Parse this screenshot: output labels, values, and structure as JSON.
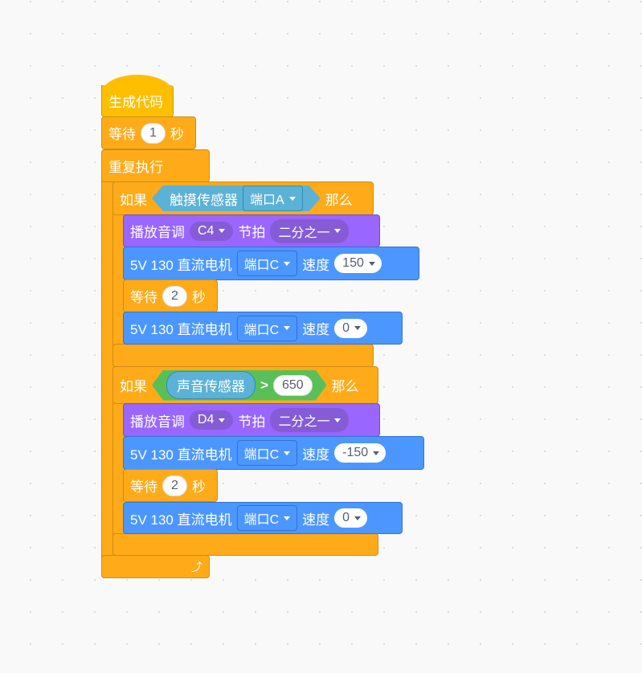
{
  "hat": {
    "label": "生成代码"
  },
  "wait1": {
    "label": "等待",
    "value": "1",
    "unit": "秒"
  },
  "repeat": {
    "label": "重复执行"
  },
  "if1": {
    "label": "如果",
    "sensor": "触摸传感器",
    "port": "端口A",
    "then": "那么",
    "play": {
      "label": "播放音调",
      "note": "C4",
      "beat_label": "节拍",
      "beat": "二分之一"
    },
    "motor1": {
      "label": "5V 130 直流电机",
      "port": "端口C",
      "speed_label": "速度",
      "speed": "150"
    },
    "wait": {
      "label": "等待",
      "value": "2",
      "unit": "秒"
    },
    "motor2": {
      "label": "5V 130 直流电机",
      "port": "端口C",
      "speed_label": "速度",
      "speed": "0"
    }
  },
  "if2": {
    "label": "如果",
    "sensor": "声音传感器",
    "op": ">",
    "threshold": "650",
    "then": "那么",
    "play": {
      "label": "播放音调",
      "note": "D4",
      "beat_label": "节拍",
      "beat": "二分之一"
    },
    "motor1": {
      "label": "5V 130 直流电机",
      "port": "端口C",
      "speed_label": "速度",
      "speed": "-150"
    },
    "wait": {
      "label": "等待",
      "value": "2",
      "unit": "秒"
    },
    "motor2": {
      "label": "5V 130 直流电机",
      "port": "端口C",
      "speed_label": "速度",
      "speed": "0"
    }
  },
  "repeat_icon": "loop-arrow-icon"
}
